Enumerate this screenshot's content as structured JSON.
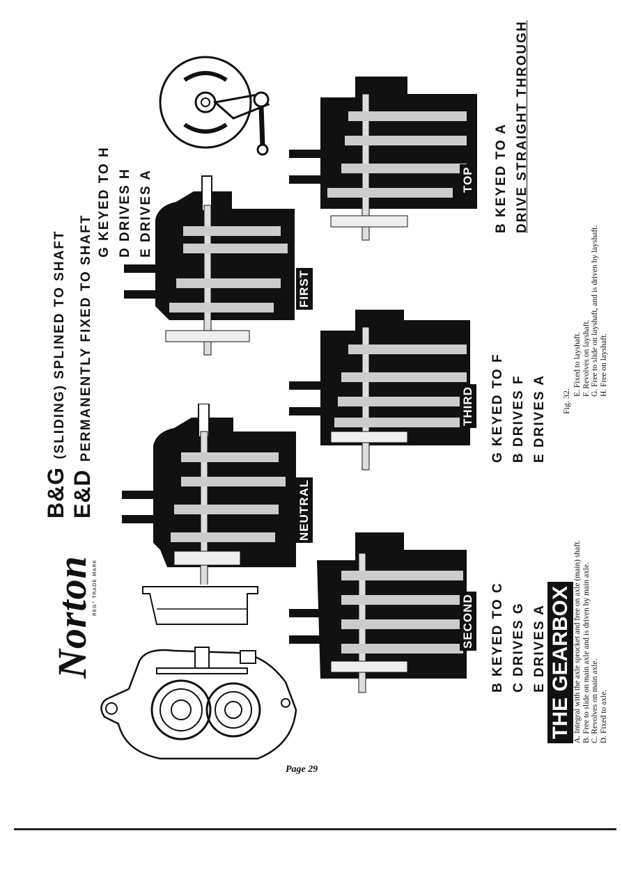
{
  "page": {
    "page_label": "Page 29",
    "figure_label": "Fig. 32."
  },
  "logo": {
    "wordmark": "Norton",
    "trade_mark": "REG° TRADE MARK"
  },
  "headline": {
    "line1_letters": "B&G",
    "line1_text": "(SLIDING) SPLINED TO SHAFT",
    "line2_letters": "E&D",
    "line2_text": "PERMANENTLY FIXED TO SHAFT"
  },
  "gears": {
    "neutral": {
      "label": "NEUTRAL"
    },
    "first": {
      "label": "FIRST",
      "caption": [
        "G KEYED TO H",
        "D DRIVES H",
        "E DRIVES A"
      ]
    },
    "second": {
      "label": "SECOND",
      "caption": [
        "B KEYED TO C",
        "C DRIVES G",
        "E DRIVES A"
      ]
    },
    "third": {
      "label": "THIRD",
      "caption": [
        "G KEYED TO F",
        "B DRIVES F",
        "E DRIVES A"
      ]
    },
    "top": {
      "label": "TOP",
      "caption": [
        "B KEYED TO A",
        "DRIVE STRAIGHT THROUGH"
      ]
    }
  },
  "title": "THE GEARBOX",
  "legend": {
    "left": [
      "A. Integral with the axle sprocket and free on axle (main) shaft.",
      "B. Free to slide on main axle and is driven by main axle.",
      "C. Revolves on main axle.",
      "D. Fixed to axle."
    ],
    "right": [
      "E. Fixed to layshaft.",
      "F. Revolves on layshaft.",
      "G. Free to slide on layshaft, and is driven by layshaft.",
      "H. Free on layshaft."
    ]
  }
}
